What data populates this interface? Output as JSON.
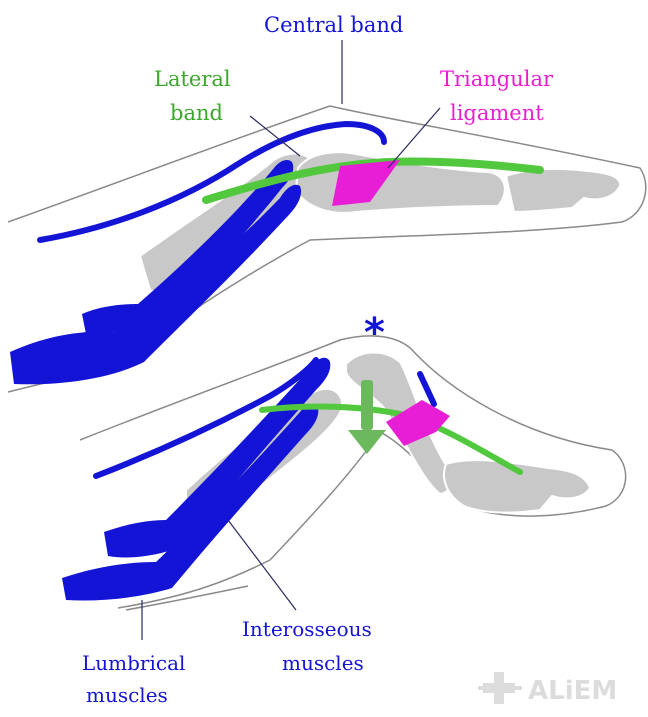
{
  "colors": {
    "muscle": "#1414d6",
    "lateral_band": "#52c83e",
    "triangular_ligament": "#e81ed6",
    "bone": "#c8c8c8",
    "outline": "#8a8a8a",
    "leader": "#2a2a60",
    "logo": "#dcdcdc"
  },
  "labels": {
    "central_band": "Central band",
    "lateral_band_line1": "Lateral",
    "lateral_band_line2": "band",
    "triangular_line1": "Triangular",
    "triangular_line2": "ligament",
    "interosseous_line1": "Interosseous",
    "interosseous_line2": "muscles",
    "lumbrical_line1": "Lumbrical",
    "lumbrical_line2": "muscles",
    "asterisk": "*"
  },
  "logo": {
    "text": "ALiEM",
    "icon": "aliem-cross-icon"
  }
}
